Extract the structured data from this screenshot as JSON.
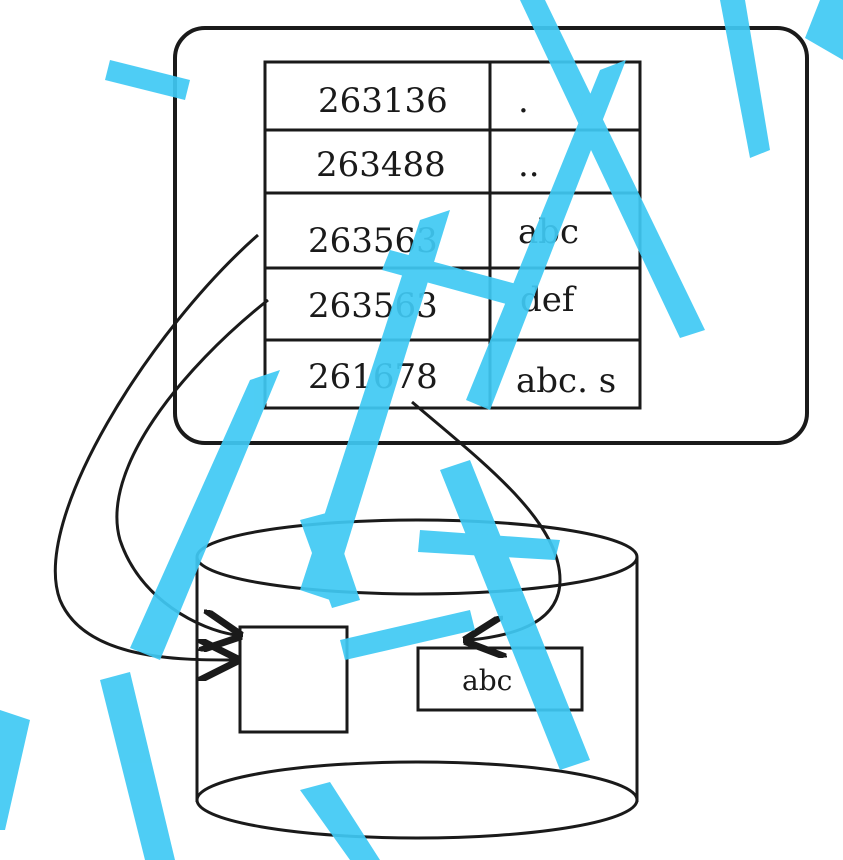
{
  "directory": {
    "entries": [
      {
        "inode": "263136",
        "name": "."
      },
      {
        "inode": "263488",
        "name": ".."
      },
      {
        "inode": "263563",
        "name": "abc"
      },
      {
        "inode": "263563",
        "name": "def"
      },
      {
        "inode": "261678",
        "name": "abc. s"
      }
    ]
  },
  "disk": {
    "file_block_label": "abc"
  },
  "colors": {
    "watermark": "#3fc9f4",
    "ink": "#1a1a1a"
  }
}
